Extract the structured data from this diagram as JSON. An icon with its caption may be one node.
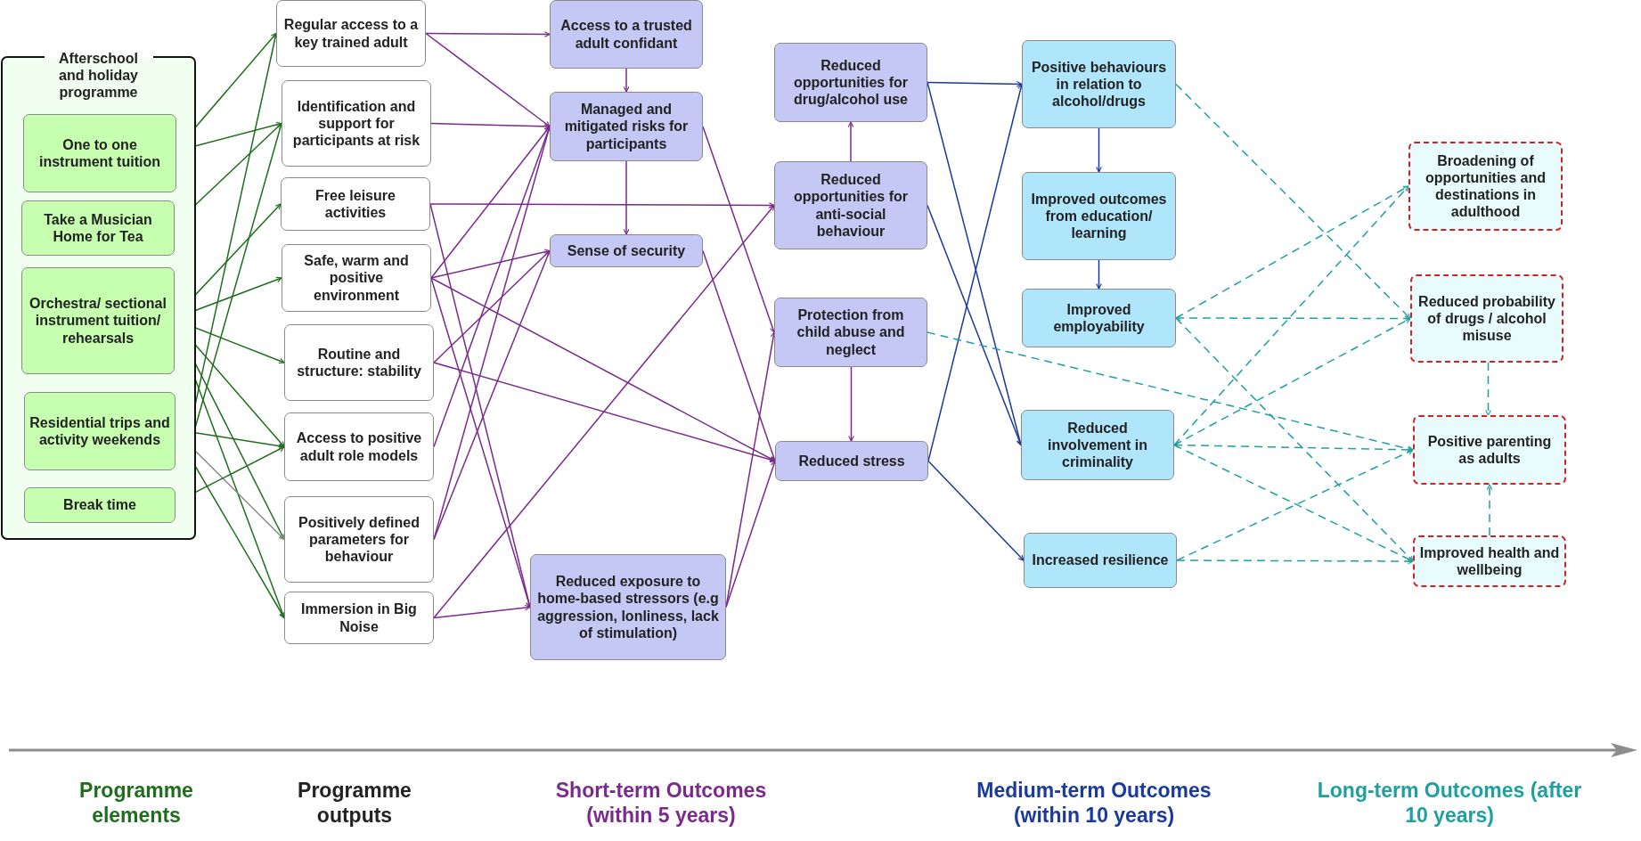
{
  "diagram": {
    "nodes": [
      {
        "text": [
          "Afterschool and holiday programme"
        ]
      },
      {
        "text": [
          "One to one instrument tuition"
        ],
        "in": 0
      },
      {
        "text": [
          "Take a Musician Home for Tea"
        ],
        "in": 0
      },
      {
        "text": [
          "Orchestra/ sectional instrument tuition/ rehearsals"
        ],
        "in": 0
      },
      {
        "text": [
          "Residential trips and activity weekends"
        ],
        "in": 0
      },
      {
        "text": [
          "Break time"
        ],
        "in": 0
      },
      {
        "text": [
          "Regular access to a key trained adult"
        ]
      },
      {
        "text": [
          "Identification and support for participants at risk"
        ]
      },
      {
        "text": [
          "Free leisure activities"
        ]
      },
      {
        "text": [
          "Safe, warm and positive environment"
        ]
      },
      {
        "text": [
          "Routine and structure: stability"
        ]
      },
      {
        "text": [
          "Access to positive adult role models"
        ]
      },
      {
        "text": [
          "Positively defined parameters for behaviour"
        ]
      },
      {
        "text": [
          "Immersion in Big Noise"
        ]
      },
      {
        "text": [
          "Access to a trusted adult confidant"
        ]
      },
      {
        "text": [
          "Managed and mitigated  risks for participants"
        ]
      },
      {
        "text": [
          "Sense of security"
        ]
      },
      {
        "text": [
          "Reduced exposure to home-based stressors (e.g aggression, lonliness, lack of stimulation)"
        ]
      },
      {
        "text": [
          "Reduced opportunities for drug/alcohol use"
        ]
      },
      {
        "text": [
          "Reduced opportunities for anti-social behaviour"
        ]
      },
      {
        "text": [
          "Protection from child abuse and neglect"
        ]
      },
      {
        "text": [
          "Reduced stress"
        ]
      },
      {
        "text": [
          "Positive behaviours in relation to alcohol/drugs"
        ]
      },
      {
        "text": [
          "Improved outcomes from education/ learning"
        ]
      },
      {
        "text": [
          "Improved employability"
        ]
      },
      {
        "text": [
          "Reduced involvement in criminality"
        ]
      },
      {
        "text": [
          "Increased resilience"
        ]
      },
      {
        "text": [
          "Broadening of opportunities and destinations in adulthood"
        ]
      },
      {
        "text": [
          "Reduced probability of drugs / alcohol misuse"
        ]
      },
      {
        "text": [
          "Positive parenting as adults"
        ]
      },
      {
        "text": [
          "Improved health and wellbeing"
        ]
      }
    ],
    "edges": [
      {
        "from": 1,
        "to": 6,
        "arrow": "to",
        "color": "#1e6e1e"
      },
      {
        "from": 1,
        "to": 7,
        "arrow": "to",
        "color": "#1e6e1e"
      },
      {
        "from": 2,
        "to": 7,
        "arrow": "to",
        "color": "#1e6e1e"
      },
      {
        "from": 3,
        "to": 8,
        "arrow": "to",
        "color": "#1e6e1e"
      },
      {
        "from": 3,
        "to": 9,
        "arrow": "to",
        "color": "#1e6e1e"
      },
      {
        "from": 3,
        "to": 10,
        "arrow": "to",
        "color": "#1e6e1e"
      },
      {
        "from": 3,
        "to": 11,
        "arrow": "to",
        "color": "#1e6e1e"
      },
      {
        "from": 3,
        "to": 12,
        "arrow": "to",
        "color": "#1e6e1e"
      },
      {
        "from": 3,
        "to": 13,
        "arrow": "to",
        "color": "#1e6e1e"
      },
      {
        "from": 4,
        "to": 11,
        "arrow": "to",
        "color": "#1e6e1e"
      },
      {
        "from": 4,
        "to": 12,
        "arrow": "to",
        "color": "#888888"
      },
      {
        "from": 4,
        "to": 13,
        "arrow": "to",
        "color": "#1e6e1e"
      },
      {
        "from": 5,
        "to": 6,
        "arrow": "to",
        "color": "#1e6e1e"
      },
      {
        "from": 5,
        "to": 7,
        "arrow": "to",
        "color": "#1e6e1e"
      },
      {
        "from": 5,
        "to": 11,
        "arrow": "to",
        "color": "#1e6e1e"
      },
      {
        "from": 6,
        "to": 14,
        "arrow": "to"
      },
      {
        "from": 6,
        "to": 15,
        "arrow": "to"
      },
      {
        "from": 7,
        "to": 15,
        "arrow": "to"
      },
      {
        "from": 8,
        "to": 19,
        "arrow": "to"
      },
      {
        "from": 8,
        "to": 17,
        "arrow": "to"
      },
      {
        "from": 9,
        "to": 15,
        "arrow": "to"
      },
      {
        "from": 9,
        "to": 16,
        "arrow": "to"
      },
      {
        "from": 9,
        "to": 21,
        "arrow": "to"
      },
      {
        "from": 9,
        "to": 17,
        "arrow": "to"
      },
      {
        "from": 10,
        "to": 16,
        "arrow": "to"
      },
      {
        "from": 10,
        "to": 21,
        "arrow": "to"
      },
      {
        "from": 11,
        "to": 15,
        "arrow": "to"
      },
      {
        "from": 12,
        "to": 15,
        "arrow": "to"
      },
      {
        "from": 12,
        "to": 16,
        "arrow": "to"
      },
      {
        "from": 13,
        "to": 17,
        "arrow": "to"
      },
      {
        "from": 13,
        "to": 19,
        "arrow": "to"
      },
      {
        "from": 14,
        "to": 15,
        "arrow": "to"
      },
      {
        "from": 15,
        "to": 16,
        "arrow": "to"
      },
      {
        "from": 15,
        "to": 20,
        "arrow": "to"
      },
      {
        "from": 16,
        "to": 21,
        "arrow": "to"
      },
      {
        "from": 17,
        "to": 20,
        "arrow": "to"
      },
      {
        "from": 17,
        "to": 21,
        "arrow": "to"
      },
      {
        "from": 19,
        "to": 18,
        "arrow": "to"
      },
      {
        "from": 20,
        "to": 21,
        "arrow": "to"
      },
      {
        "from": 18,
        "to": 22,
        "arrow": "to",
        "color": "#1a3a9c"
      },
      {
        "from": 18,
        "to": 25,
        "arrow": "to",
        "color": "#1a3a9c"
      },
      {
        "from": 19,
        "to": 25,
        "arrow": "to",
        "color": "#1a3a9c"
      },
      {
        "from": 21,
        "to": 22,
        "arrow": "to",
        "color": "#1a3a9c"
      },
      {
        "from": 21,
        "to": 26,
        "arrow": "to",
        "color": "#1a3a9c"
      },
      {
        "from": 22,
        "to": 23,
        "arrow": "to",
        "color": "#1a3a9c"
      },
      {
        "from": 23,
        "to": 24,
        "arrow": "to",
        "color": "#1a3a9c"
      },
      {
        "from": 22,
        "to": 28,
        "arrow": "to",
        "style": "dashed",
        "color": "#1fa0a0"
      },
      {
        "from": 20,
        "to": 29,
        "arrow": "to",
        "style": "dashed",
        "color": "#1fa0a0"
      },
      {
        "from": 24,
        "to": 27,
        "arrow": "to",
        "style": "dashed",
        "color": "#1fa0a0"
      },
      {
        "from": 24,
        "to": 28,
        "arrow": "both",
        "style": "dashed",
        "color": "#1fa0a0"
      },
      {
        "from": 24,
        "to": 30,
        "arrow": "to",
        "style": "dashed",
        "color": "#1fa0a0"
      },
      {
        "from": 25,
        "to": 27,
        "arrow": "to",
        "style": "dashed",
        "color": "#1fa0a0"
      },
      {
        "from": 25,
        "to": 28,
        "arrow": "to",
        "style": "dashed",
        "color": "#1fa0a0"
      },
      {
        "from": 25,
        "to": 29,
        "arrow": "both",
        "style": "dashed",
        "color": "#1fa0a0"
      },
      {
        "from": 25,
        "to": 30,
        "arrow": "to",
        "style": "dashed",
        "color": "#1fa0a0"
      },
      {
        "from": 26,
        "to": 29,
        "arrow": "to",
        "style": "dashed",
        "color": "#1fa0a0"
      },
      {
        "from": 26,
        "to": 30,
        "arrow": "to",
        "style": "dashed",
        "color": "#1fa0a0"
      },
      {
        "from": 28,
        "to": 29,
        "arrow": "to",
        "style": "dashed",
        "color": "#1fa0a0"
      },
      {
        "from": 30,
        "to": 29,
        "arrow": "to",
        "style": "dashed",
        "color": "#1fa0a0"
      }
    ],
    "labels": [
      "Programme elements",
      "Programme outputs",
      "Short-term Outcomes (within 5 years)",
      "Medium-term  Outcomes (within 10 years)",
      "Long-term Outcomes (after 10 years)"
    ]
  }
}
